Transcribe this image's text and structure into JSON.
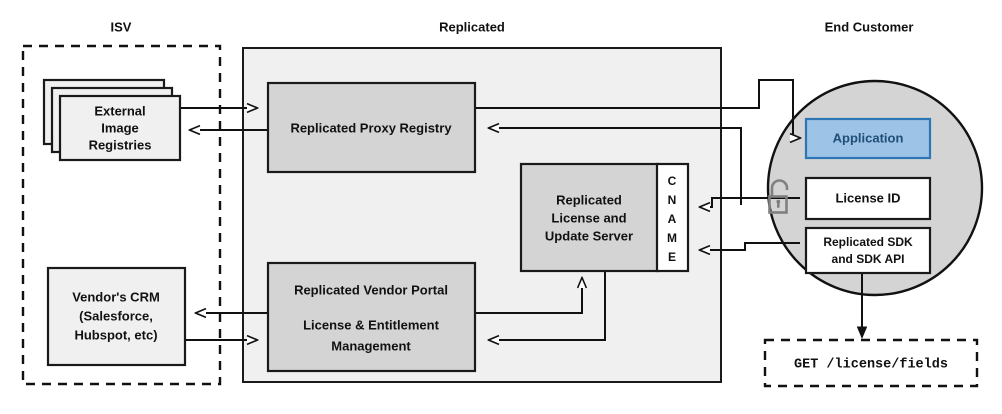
{
  "diagram": {
    "title_hidden": "Replicated distribution and licensing architecture",
    "zones": [
      {
        "id": "isv",
        "label": "ISV",
        "style": "dashed"
      },
      {
        "id": "replicated",
        "label": "Replicated",
        "style": "solid"
      },
      {
        "id": "end_customer",
        "label": "End Customer",
        "style": "circle"
      }
    ],
    "nodes": {
      "external_image_registries": {
        "lines": [
          "External",
          "Image",
          "Registries"
        ],
        "shape": "stacked-cards",
        "fill": "#f0f0f0"
      },
      "vendors_crm": {
        "lines": [
          "Vendor's CRM",
          "(Salesforce,",
          "Hubspot, etc)"
        ],
        "shape": "rect",
        "fill": "#f0f0f0"
      },
      "proxy_registry": {
        "lines": [
          "Replicated Proxy Registry"
        ],
        "shape": "rect",
        "fill": "#d4d4d4"
      },
      "license_update_server": {
        "lines": [
          "Replicated",
          "License and",
          "Update Server"
        ],
        "shape": "rect",
        "fill": "#d4d4d4"
      },
      "cname": {
        "letters": [
          "C",
          "N",
          "A",
          "M",
          "E"
        ],
        "shape": "vertical-strip",
        "fill": "#ffffff"
      },
      "vendor_portal": {
        "lines": [
          "Replicated Vendor Portal",
          "License & Entitlement",
          "Management"
        ],
        "shape": "rect",
        "fill": "#d4d4d4"
      },
      "application": {
        "lines": [
          "Application"
        ],
        "shape": "rect",
        "fill": "#9DC3E6",
        "border": "#2E75B6",
        "text_color": "#1F4E79"
      },
      "license_id": {
        "lines": [
          "License ID"
        ],
        "shape": "rect",
        "fill": "#ffffff"
      },
      "replicated_sdk": {
        "lines": [
          "Replicated SDK",
          "and SDK API"
        ],
        "shape": "rect",
        "fill": "#ffffff"
      },
      "api_call": {
        "lines": [
          "GET /license/fields"
        ],
        "shape": "dashed-rect",
        "font": "monospace"
      },
      "unlock": {
        "icon": "unlock-icon",
        "color": "#808080"
      }
    },
    "colors": {
      "zone_fill": "#f0f0f0",
      "node_grey": "#d4d4d4",
      "circle_fill": "#d4d4d4",
      "stroke": "#111111",
      "app_fill": "#9DC3E6",
      "app_stroke": "#2E75B6",
      "app_text": "#1F4E79",
      "lock": "#808080"
    }
  }
}
